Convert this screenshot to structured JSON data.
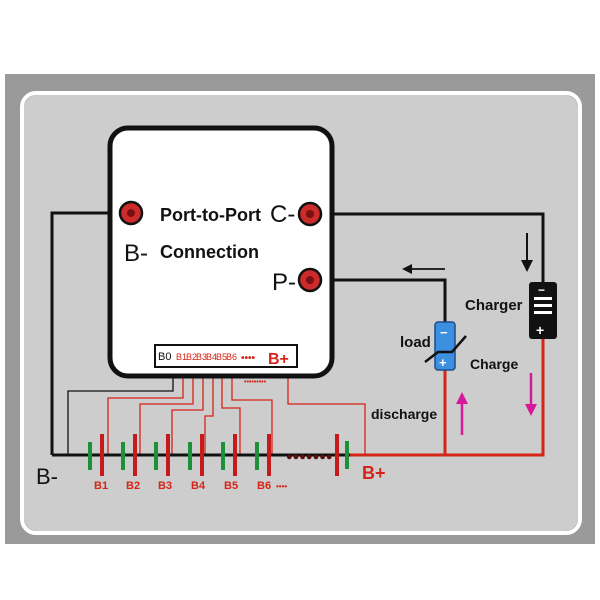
{
  "colors": {
    "frame_dark": "#9a9a9a",
    "frame_light": "#cdcdcd",
    "board": "#ffffff",
    "wire_black": "#111111",
    "wire_red": "#d62418",
    "terminal_red": "#cc2b2b",
    "cell_green": "#1f8f3a",
    "cell_red": "#c51b1b",
    "arrow_pink": "#d6189a",
    "load_blue": "#3d8fe0"
  },
  "board": {
    "label_line1": "Port-to-Port",
    "label_line2": "Connection",
    "b_minus": "B-",
    "c_minus": "C-",
    "p_minus": "P-"
  },
  "connector": {
    "pins": [
      "B0",
      "B1",
      "B2",
      "B3",
      "B4",
      "B5",
      "B6"
    ],
    "dots": "••••",
    "b_plus": "B+",
    "dots_below": "•••••••••"
  },
  "battery": {
    "b_minus": "B-",
    "b_plus": "B+",
    "cells": [
      "B1",
      "B2",
      "B3",
      "B4",
      "B5",
      "B6"
    ],
    "dots_after_b6": "••••",
    "chain_dots": "●●●●●●●"
  },
  "load": {
    "label": "load",
    "minus": "−",
    "plus": "+"
  },
  "charger": {
    "label": "Charger",
    "minus": "−",
    "plus": "+"
  },
  "annotations": {
    "charge": "Charge",
    "discharge": "discharge"
  }
}
